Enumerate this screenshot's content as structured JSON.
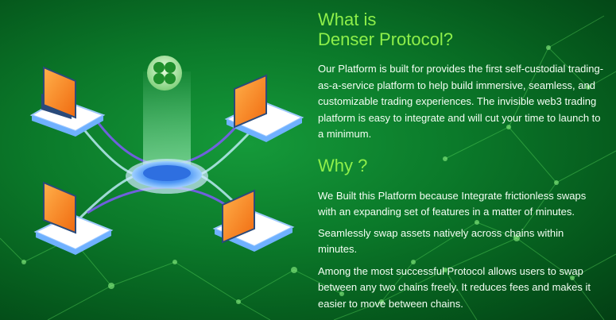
{
  "hero": {
    "title_line1": "What is",
    "title_line2": "Denser Protocol?",
    "intro": "Our Platform is built for provides the first self-custodial trading-as-a-service platform to help build immersive, seamless, and customizable trading experiences. The invisible web3 trading platform is easy to integrate and will cut your time to launch to a minimum."
  },
  "why": {
    "title": "Why ?",
    "paragraphs": [
      "We Built this Platform because Integrate frictionless swaps with an expanding set of features in a matter of minutes.",
      "Seamlessly swap assets natively across chains within minutes.",
      "Among the most successful Protocol allows users to swap between any two chains freely. It reduces fees and makes it easier to move between chains."
    ]
  },
  "colors": {
    "accent_green": "#8ef04a",
    "background": "#0b7a2a",
    "laptop_screen": "#f7861c",
    "hub": "#3f8bf0"
  },
  "icons": [
    "clover-logo-icon",
    "laptop-icon",
    "hub-icon"
  ]
}
